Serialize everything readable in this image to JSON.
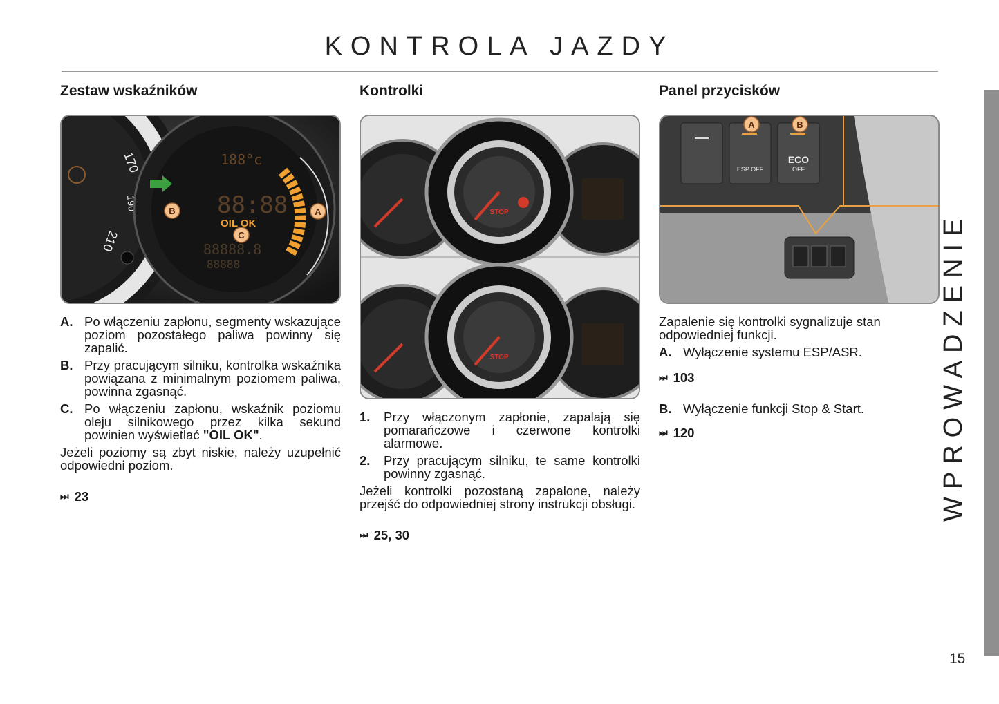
{
  "title": "KONTROLA JAZDY",
  "side_label": "WPROWADZENIE",
  "page_number": "15",
  "col1": {
    "heading": "Zestaw wskaźników",
    "callouts": {
      "a": "A",
      "b": "B",
      "c": "C",
      "oil": "OIL OK"
    },
    "items": [
      {
        "label": "A.",
        "text": "Po włączeniu zapłonu, segmenty wskazujące poziom pozostałego paliwa powinny się zapalić."
      },
      {
        "label": "B.",
        "text": "Przy pracującym silniku, kontrolka wskaźnika powiązana z minimalnym poziomem paliwa, powinna zgasnąć."
      },
      {
        "label": "C.",
        "text_before": "Po włączeniu zapłonu, wskaźnik poziomu oleju silnikowego przez kilka sekund powinien wyświetlać ",
        "text_bold": "\"OIL OK\"",
        "text_after": "."
      }
    ],
    "paragraph": "Jeżeli poziomy są zbyt niskie, należy uzupełnić odpowiedni poziom.",
    "ref": "23"
  },
  "col2": {
    "heading": "Kontrolki",
    "stop_label": "STOP",
    "items": [
      {
        "label": "1.",
        "text": "Przy włączonym zapłonie, zapalają się pomarańczowe i czerwone kontrolki alarmowe."
      },
      {
        "label": "2.",
        "text": "Przy pracującym silniku, te same kontrolki powinny zgasnąć."
      }
    ],
    "paragraph": "Jeżeli kontrolki pozostaną zapalone, należy przejść do odpowiedniej strony instrukcji obsługi.",
    "ref": "25, 30"
  },
  "col3": {
    "heading": "Panel przycisków",
    "callouts": {
      "a": "A",
      "b": "B",
      "esp": "ESP OFF",
      "eco": "ECO",
      "eco_off": "OFF"
    },
    "intro": "Zapalenie się kontrolki sygnalizuje stan odpowiedniej funkcji.",
    "item_a": {
      "label": "A.",
      "text": "Wyłączenie systemu ESP/ASR."
    },
    "ref_a": "103",
    "item_b": {
      "label": "B.",
      "text": "Wyłączenie funkcji Stop & Start."
    },
    "ref_b": "120"
  },
  "colors": {
    "accent_orange": "#e8a040",
    "gauge_red": "#d23a2a",
    "side_bar": "#8f8f8f"
  }
}
